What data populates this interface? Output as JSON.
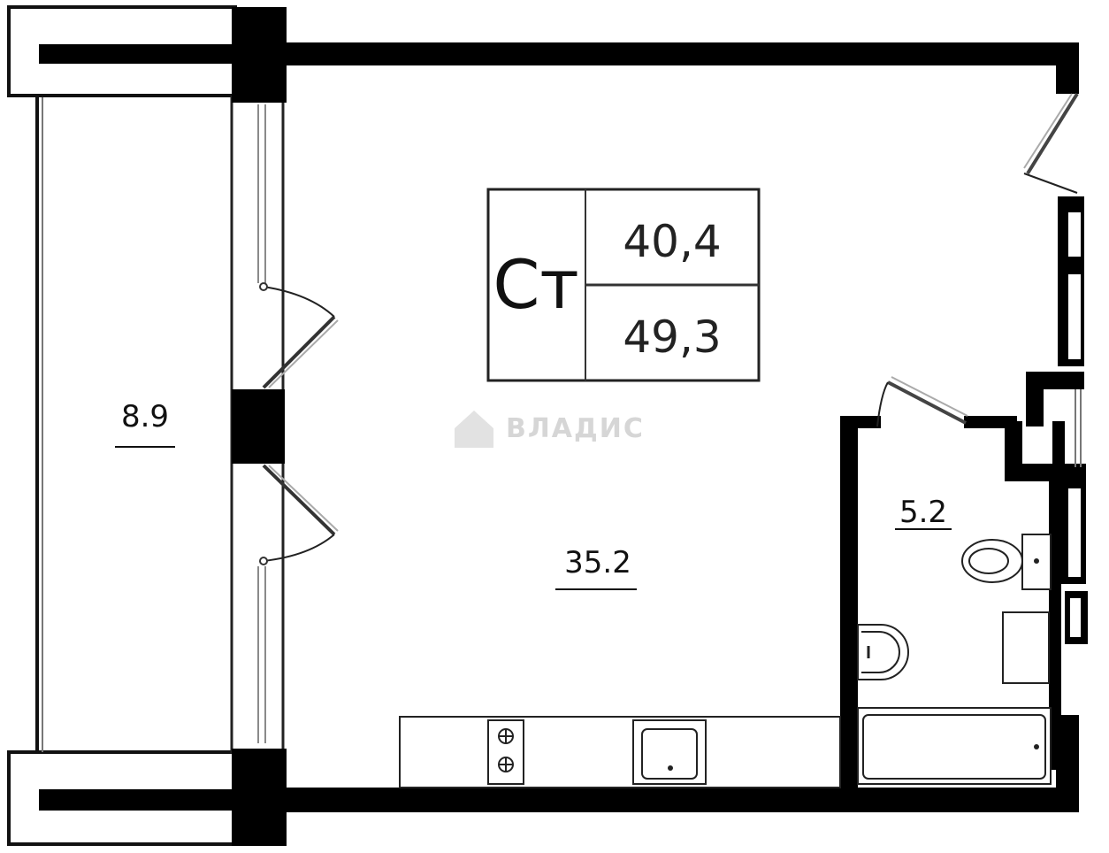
{
  "badge": {
    "type_label": "Ст",
    "living_area": "40,4",
    "total_area": "49,3"
  },
  "rooms": {
    "balcony_area": "8.9",
    "main_room_area": "35.2",
    "bathroom_area": "5.2"
  },
  "watermark": {
    "text": "ВЛАДИС"
  }
}
